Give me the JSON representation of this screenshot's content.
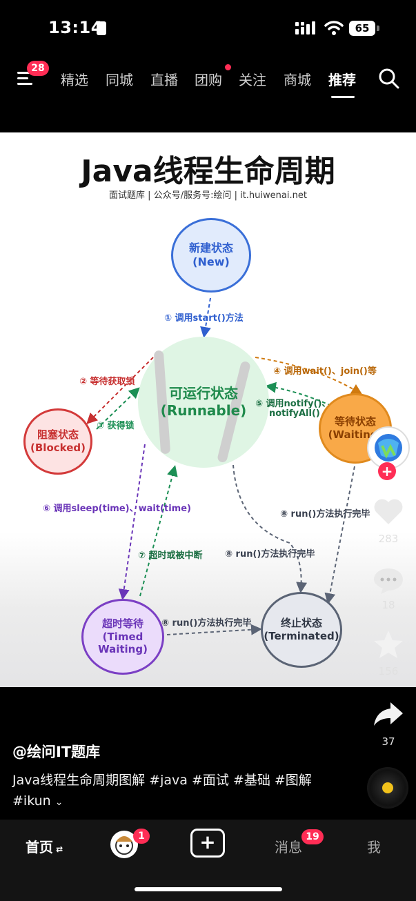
{
  "status_bar": {
    "time": "13:14",
    "battery": "65"
  },
  "nav": {
    "menu_badge": "28",
    "tabs": [
      {
        "label": "精选",
        "active": false
      },
      {
        "label": "同城",
        "active": false
      },
      {
        "label": "直播",
        "active": false
      },
      {
        "label": "团购",
        "active": false,
        "dot": true
      },
      {
        "label": "关注",
        "active": false
      },
      {
        "label": "商城",
        "active": false
      },
      {
        "label": "推荐",
        "active": true
      }
    ]
  },
  "video": {
    "title": "Java线程生命周期",
    "subtitle": "面试题库 | 公众号/服务号:绘问 | it.huiwenai.net",
    "states": {
      "new": {
        "name": "新建状态",
        "en": "(New)"
      },
      "runnable": {
        "name": "可运行状态",
        "en": "(Runnable)"
      },
      "blocked": {
        "name": "阻塞状态",
        "en": "(Blocked)"
      },
      "waiting": {
        "name": "等待状态",
        "en": "(Waiting)"
      },
      "timed_waiting": {
        "name": "超时等待",
        "en1": "(Timed",
        "en2": "Waiting)"
      },
      "terminated": {
        "name": "终止状态",
        "en": "(Terminated)"
      }
    },
    "transitions": {
      "t1": "① 调用start()方法",
      "t2": "② 等待获取锁",
      "t3": "③ 获得锁",
      "t4": "④ 调用wait()、join()等",
      "t5a": "⑤ 调用notify()、",
      "t5b": "notifyAll()",
      "t6": "⑥ 调用sleep(time)、wait(time)",
      "t7": "⑦ 超时或被中断",
      "t8a": "⑧ run()方法执行完毕",
      "t8b": "⑧ run()方法执行完毕",
      "t8c": "⑧ run()方法执行完毕"
    }
  },
  "actions": {
    "likes": "283",
    "comments": "18",
    "favorites": "156",
    "shares": "37"
  },
  "post": {
    "author": "@绘问IT题库",
    "caption": "Java线程生命周期图解 #java #面试 #基础 #图解",
    "caption2": "#ikun"
  },
  "bottom_nav": {
    "home": "首页",
    "friends_badge": "1",
    "messages": "消息",
    "messages_badge": "19",
    "me": "我"
  },
  "colors": {
    "accent": "#ff2d55",
    "new": "#3a6fd8",
    "runnable": "#27a35a",
    "blocked": "#d33a3a",
    "waiting": "#e08a1e",
    "timed": "#7b3fc4",
    "terminated": "#5b6475"
  }
}
